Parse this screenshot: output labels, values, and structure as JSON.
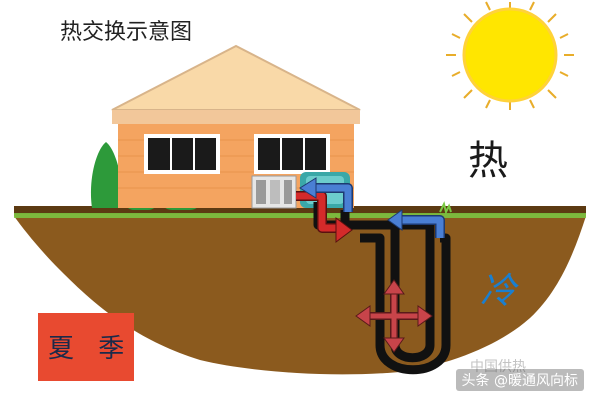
{
  "title": "热交换示意图",
  "hot_label": "热",
  "cold_label": "冷",
  "season_label": "夏 季",
  "watermark": "头条 @暖通风向标",
  "faint_watermark": "中国供热",
  "colors": {
    "sky": "#ffffff",
    "soil": "#8b5a1e",
    "soil_top": "#5c3a12",
    "grass": "#7ac943",
    "house_wall": "#f4a460",
    "roof": "#f9d9a8",
    "window": "#1a1a1a",
    "pipe": "#111111",
    "hot_arrow": "#d42a2a",
    "cold_arrow": "#4a7fd4",
    "heat_spread": "#c8444a",
    "sun": "#ffe600",
    "season_badge": "#e84a30"
  }
}
